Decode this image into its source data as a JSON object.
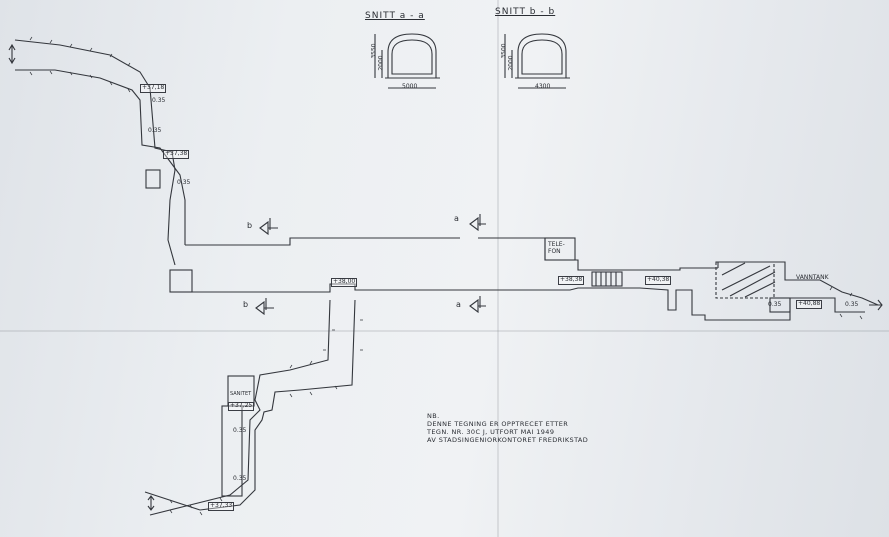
{
  "sections": {
    "a": {
      "title": "SNITT a - a",
      "height_label": "3550",
      "wall_label": "2000",
      "width_label": "5000"
    },
    "b": {
      "title": "SNITT b - b",
      "height_label": "3500",
      "wall_label": "2000",
      "width_label": "4300"
    }
  },
  "level_marks": {
    "top_upper": "+37,18",
    "top_lower": "+37,38",
    "junction": "+38,00",
    "telefon_left": "+38,38",
    "telefon_right": "+40,38",
    "east": "+40,88",
    "bottom_upper": "+37,25",
    "bottom_lower": "+37,33"
  },
  "thickness_labels": {
    "t1": "0.35",
    "t2": "0.35",
    "t3": "0.35",
    "t4": "0.35",
    "t5": "0.35",
    "t6": "0.35",
    "t7": "0.35"
  },
  "section_markers": {
    "b_upper": "b",
    "a_upper": "a",
    "b_lower": "b",
    "a_lower": "a"
  },
  "rooms": {
    "telefon": "TELE-\nFON",
    "vanntank": "VANNTANK",
    "saniter": "SANITET"
  },
  "note": {
    "heading": "NB.",
    "line1": "DENNE TEGNING ER OPPTRECET ETTER",
    "line2": "TEGN.   NR. 30C   J, UTFORT MAI 1949",
    "line3": "AV STADSINGENIORKONTORET FREDRIKSTAD"
  }
}
